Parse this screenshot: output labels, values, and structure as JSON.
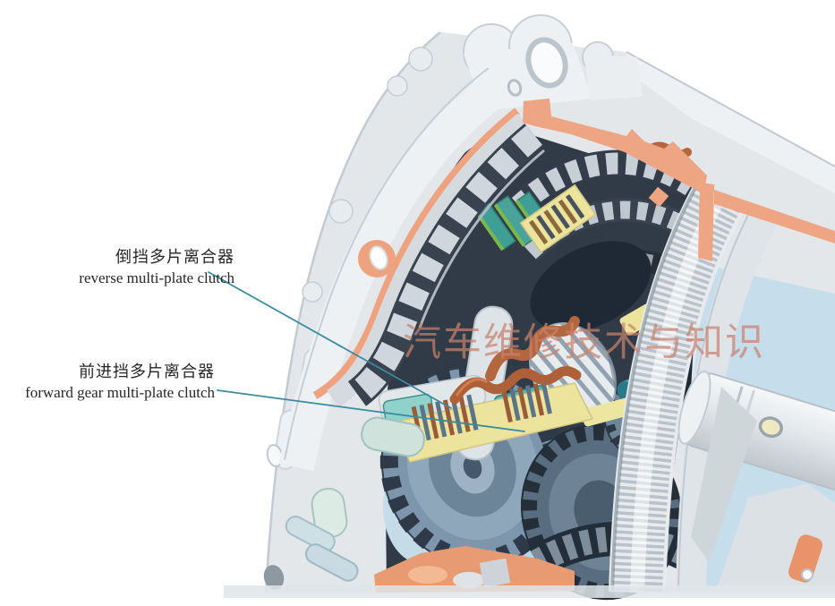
{
  "labels": {
    "reverse": {
      "zh": "倒挡多片离合器",
      "en": "reverse multi-plate clutch"
    },
    "forward": {
      "zh": "前进挡多片离合器",
      "en": "forward gear multi-plate clutch"
    }
  },
  "watermark": {
    "text": "汽车维修技术与知识"
  },
  "colors": {
    "leader_line": "#3a8ba0",
    "cut_surface": "#eda584",
    "watermark": "#c8826e",
    "housing_gray": "#e3e7ea",
    "cavity_navy": "#2e3844",
    "clutch_plate_yellow": "#ece49c",
    "clutch_teal": "#49a39b",
    "gear_steel_blue": "#7e96ab",
    "copper_channel": "#b0653c",
    "label_text": "#262626"
  }
}
